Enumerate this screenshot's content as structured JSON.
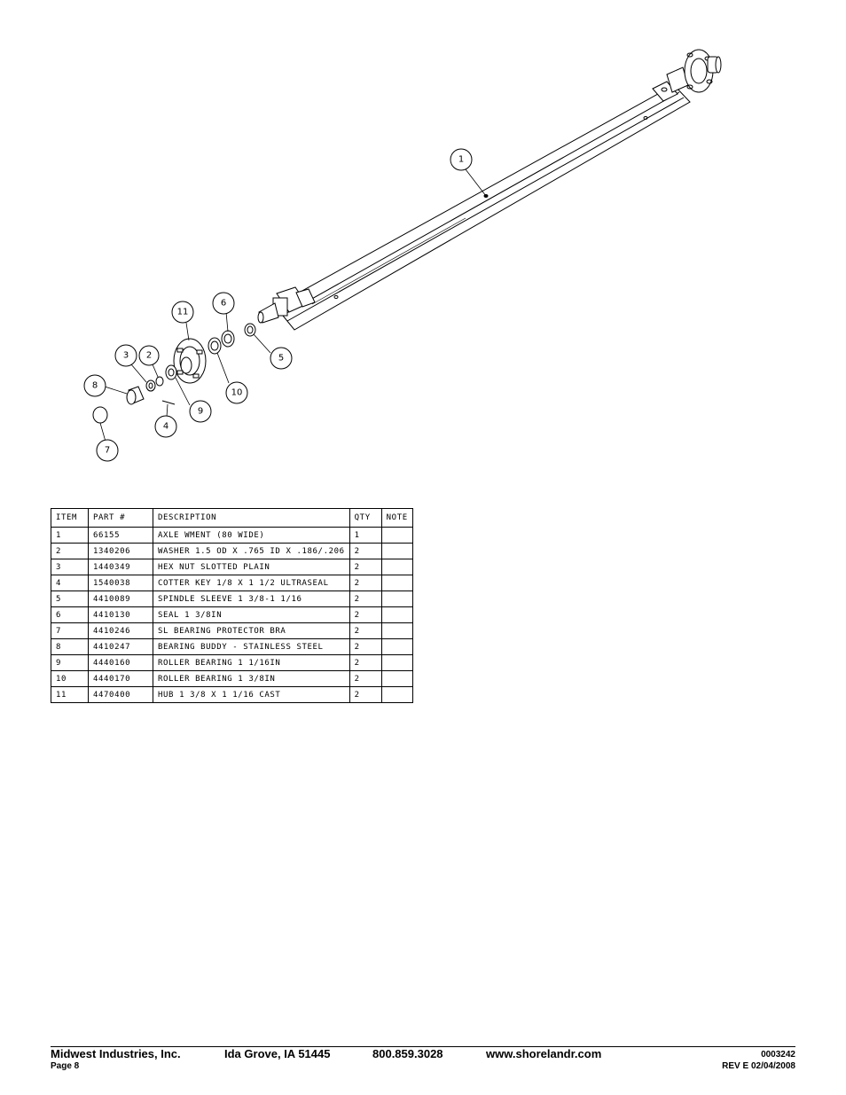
{
  "diagram": {
    "balloons": [
      "1",
      "2",
      "3",
      "4",
      "5",
      "6",
      "7",
      "8",
      "9",
      "10",
      "11"
    ]
  },
  "table": {
    "headers": [
      "ITEM",
      "PART #",
      "DESCRIPTION",
      "QTY",
      "NOTE"
    ],
    "rows": [
      {
        "item": "1",
        "part": "66155",
        "description": "AXLE WMENT (80 WIDE)",
        "qty": "1",
        "note": ""
      },
      {
        "item": "2",
        "part": "1340206",
        "description": "WASHER 1.5 OD X .765 ID X .186/.206",
        "qty": "2",
        "note": ""
      },
      {
        "item": "3",
        "part": "1440349",
        "description": "HEX NUT SLOTTED PLAIN",
        "qty": "2",
        "note": ""
      },
      {
        "item": "4",
        "part": "1540038",
        "description": "COTTER KEY 1/8 X 1 1/2 ULTRASEAL",
        "qty": "2",
        "note": ""
      },
      {
        "item": "5",
        "part": "4410089",
        "description": "SPINDLE SLEEVE  1 3/8-1 1/16",
        "qty": "2",
        "note": ""
      },
      {
        "item": "6",
        "part": "4410130",
        "description": "SEAL  1 3/8IN",
        "qty": "2",
        "note": ""
      },
      {
        "item": "7",
        "part": "4410246",
        "description": "SL BEARING PROTECTOR BRA",
        "qty": "2",
        "note": ""
      },
      {
        "item": "8",
        "part": "4410247",
        "description": "BEARING BUDDY - STAINLESS STEEL",
        "qty": "2",
        "note": ""
      },
      {
        "item": "9",
        "part": "4440160",
        "description": "ROLLER BEARING   1 1/16IN",
        "qty": "2",
        "note": ""
      },
      {
        "item": "10",
        "part": "4440170",
        "description": "ROLLER BEARING   1 3/8IN",
        "qty": "2",
        "note": ""
      },
      {
        "item": "11",
        "part": "4470400",
        "description": "HUB   1 3/8 X 1 1/16 CAST",
        "qty": "2",
        "note": ""
      }
    ]
  },
  "footer": {
    "company": "Midwest Industries, Inc.",
    "location": "Ida Grove, IA  51445",
    "phone": "800.859.3028",
    "website": "www.shorelandr.com",
    "page": "Page 8",
    "doc_number": "0003242",
    "revision": "REV E  02/04/2008"
  }
}
